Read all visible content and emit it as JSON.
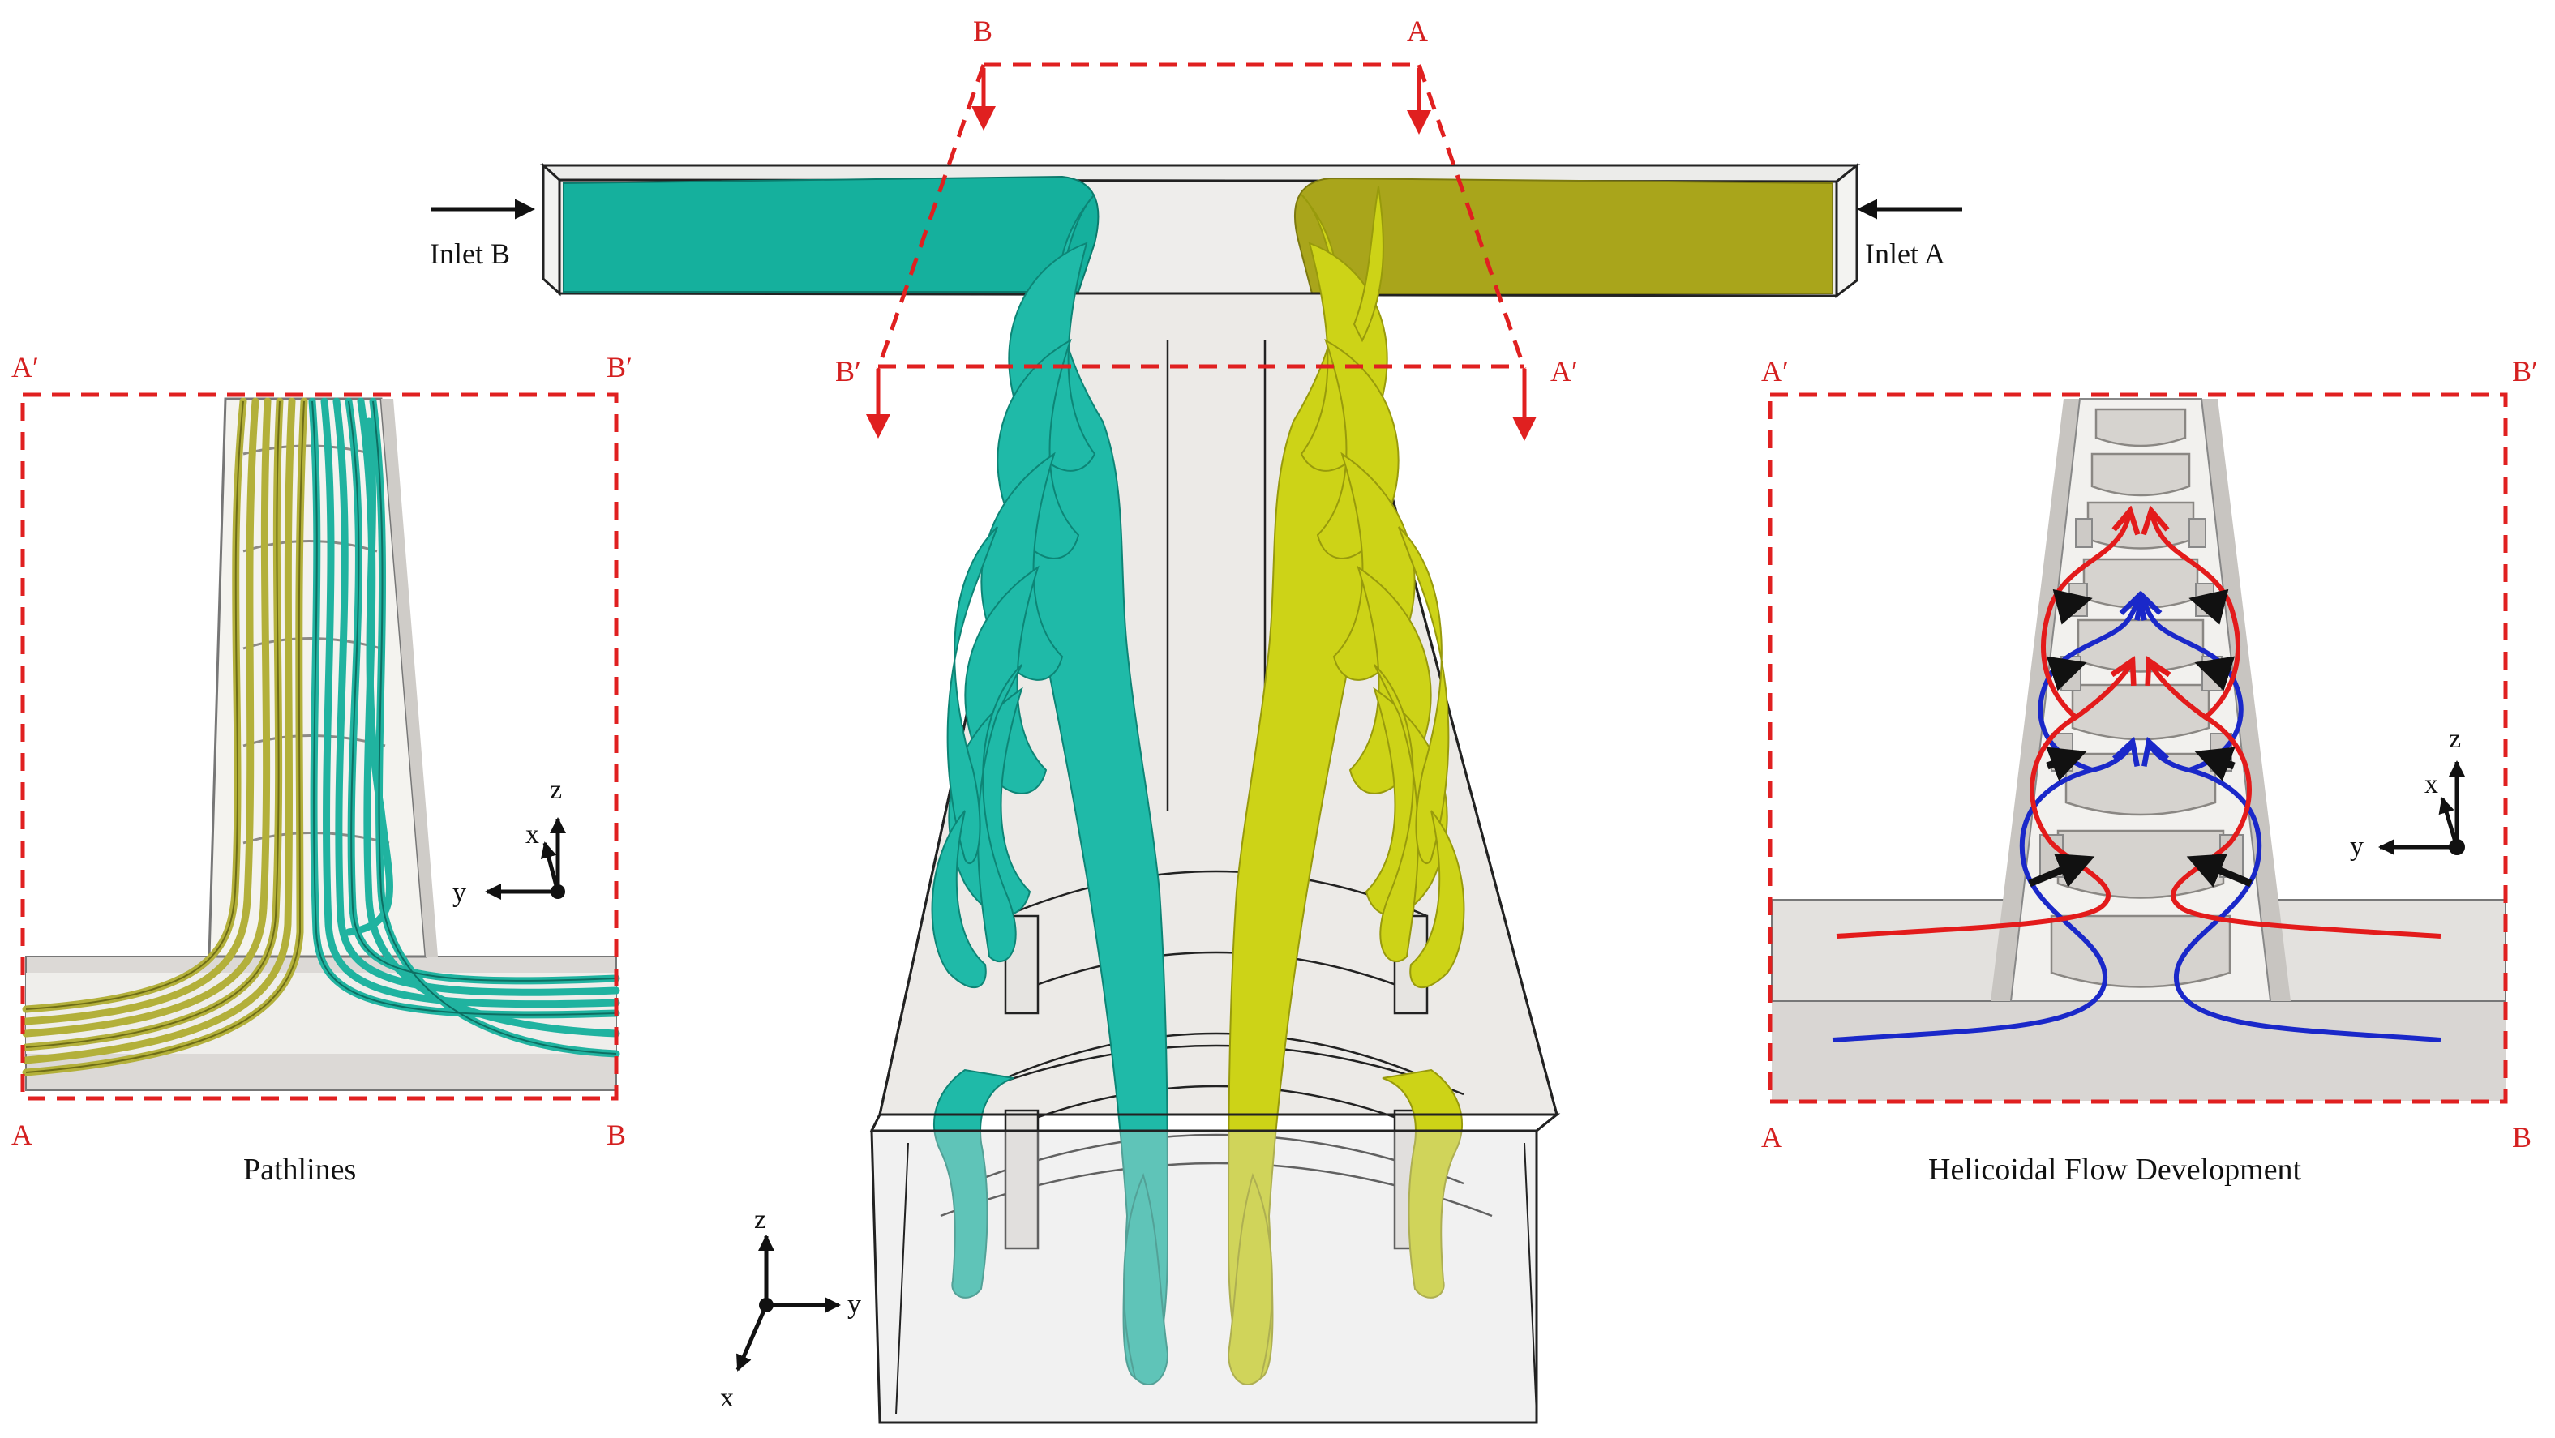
{
  "labels": {
    "inlet_b": "Inlet B",
    "inlet_a": "Inlet A",
    "cut_b": "B",
    "cut_a": "A",
    "cut_b_prime": "B′",
    "cut_a_prime": "A′"
  },
  "left_panel": {
    "caption": "Pathlines",
    "corner_top_left": "A′",
    "corner_top_right": "B′",
    "corner_bottom_left": "A",
    "corner_bottom_right": "B",
    "axes": {
      "z": "z",
      "x": "x",
      "y": "y"
    }
  },
  "right_panel": {
    "caption": "Helicoidal Flow Development",
    "corner_top_left": "A′",
    "corner_top_right": "B′",
    "corner_bottom_left": "A",
    "corner_bottom_right": "B",
    "axes": {
      "z": "z",
      "x": "x",
      "y": "y"
    }
  },
  "center_axes": {
    "z": "z",
    "x": "x",
    "y": "y"
  },
  "colors": {
    "teal": "#1fb8a6",
    "teal_dark": "#0e8b7c",
    "yellow": "#cfd21a",
    "olive": "#a9a51d",
    "dash_red": "#e02020",
    "flow_red": "#e31b1b",
    "flow_blue": "#1a28c9",
    "channel_grey": "#d9d6d3"
  }
}
